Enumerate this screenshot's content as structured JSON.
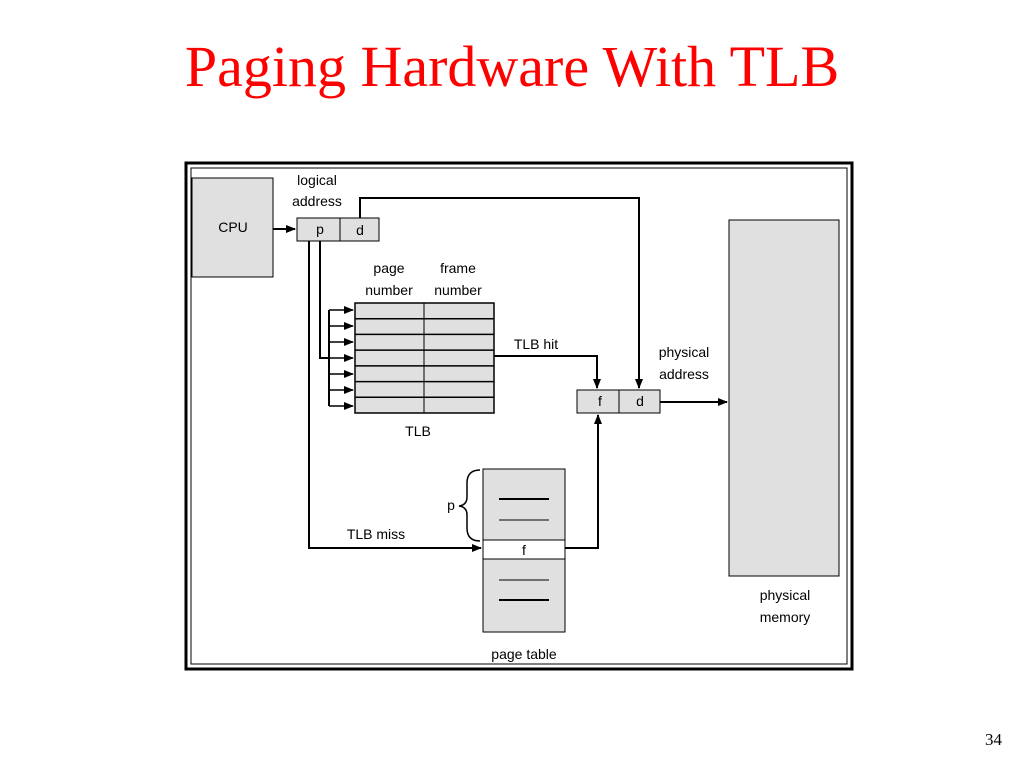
{
  "slide": {
    "title": "Paging Hardware With TLB",
    "page_number": "34"
  },
  "diagram": {
    "cpu_label": "CPU",
    "logical_address": {
      "line1": "logical",
      "line2": "address",
      "p": "p",
      "d": "d"
    },
    "tlb": {
      "col1_line1": "page",
      "col1_line2": "number",
      "col2_line1": "frame",
      "col2_line2": "number",
      "label": "TLB"
    },
    "tlb_hit": "TLB hit",
    "tlb_miss": "TLB miss",
    "physical_address": {
      "line1": "physical",
      "line2": "address",
      "f": "f",
      "d": "d"
    },
    "page_table": {
      "p_label": "p",
      "f_entry": "f",
      "label": "page table"
    },
    "physical_memory": {
      "line1": "physical",
      "line2": "memory"
    }
  }
}
